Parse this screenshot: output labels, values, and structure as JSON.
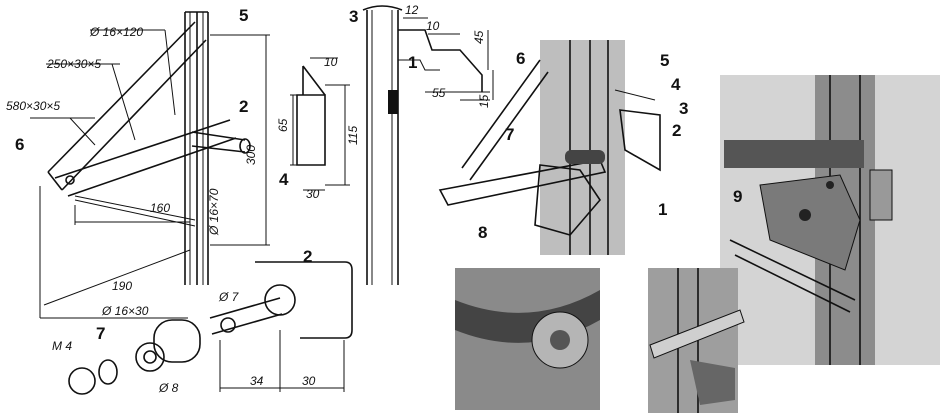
{
  "labels": {
    "leader5_top": "5",
    "bracket2_a": "2",
    "strut6": "6",
    "plate4_a": "4",
    "bracket2_b": "2",
    "part7": "7",
    "part8": "8",
    "post3": "3",
    "leader1": "1",
    "photo_6": "6",
    "photo_5": "5",
    "photo_4": "4",
    "photo_3": "3",
    "photo_2": "2",
    "photo_7": "7",
    "photo_1": "1",
    "photo_8": "8",
    "photo_9": "9"
  },
  "dims": {
    "d16x120": "Ø 16×120",
    "d250": "250×30×5",
    "d580": "580×30×5",
    "d160": "160",
    "d16x70": "Ø 16×70",
    "d190": "190",
    "d300": "300",
    "d10a": "10",
    "d65": "65",
    "d115": "115",
    "d30a": "30",
    "d12": "12",
    "d10b": "10",
    "d45": "45",
    "d55": "55",
    "d15": "15",
    "d7": "Ø 7",
    "d16x30": "Ø 16×30",
    "d8": "Ø 8",
    "m4": "M 4",
    "d34": "34",
    "d30b": "30"
  },
  "colors": {
    "ink": "#111111",
    "paper": "#ffffff",
    "halftone": "#9a9a9a"
  }
}
